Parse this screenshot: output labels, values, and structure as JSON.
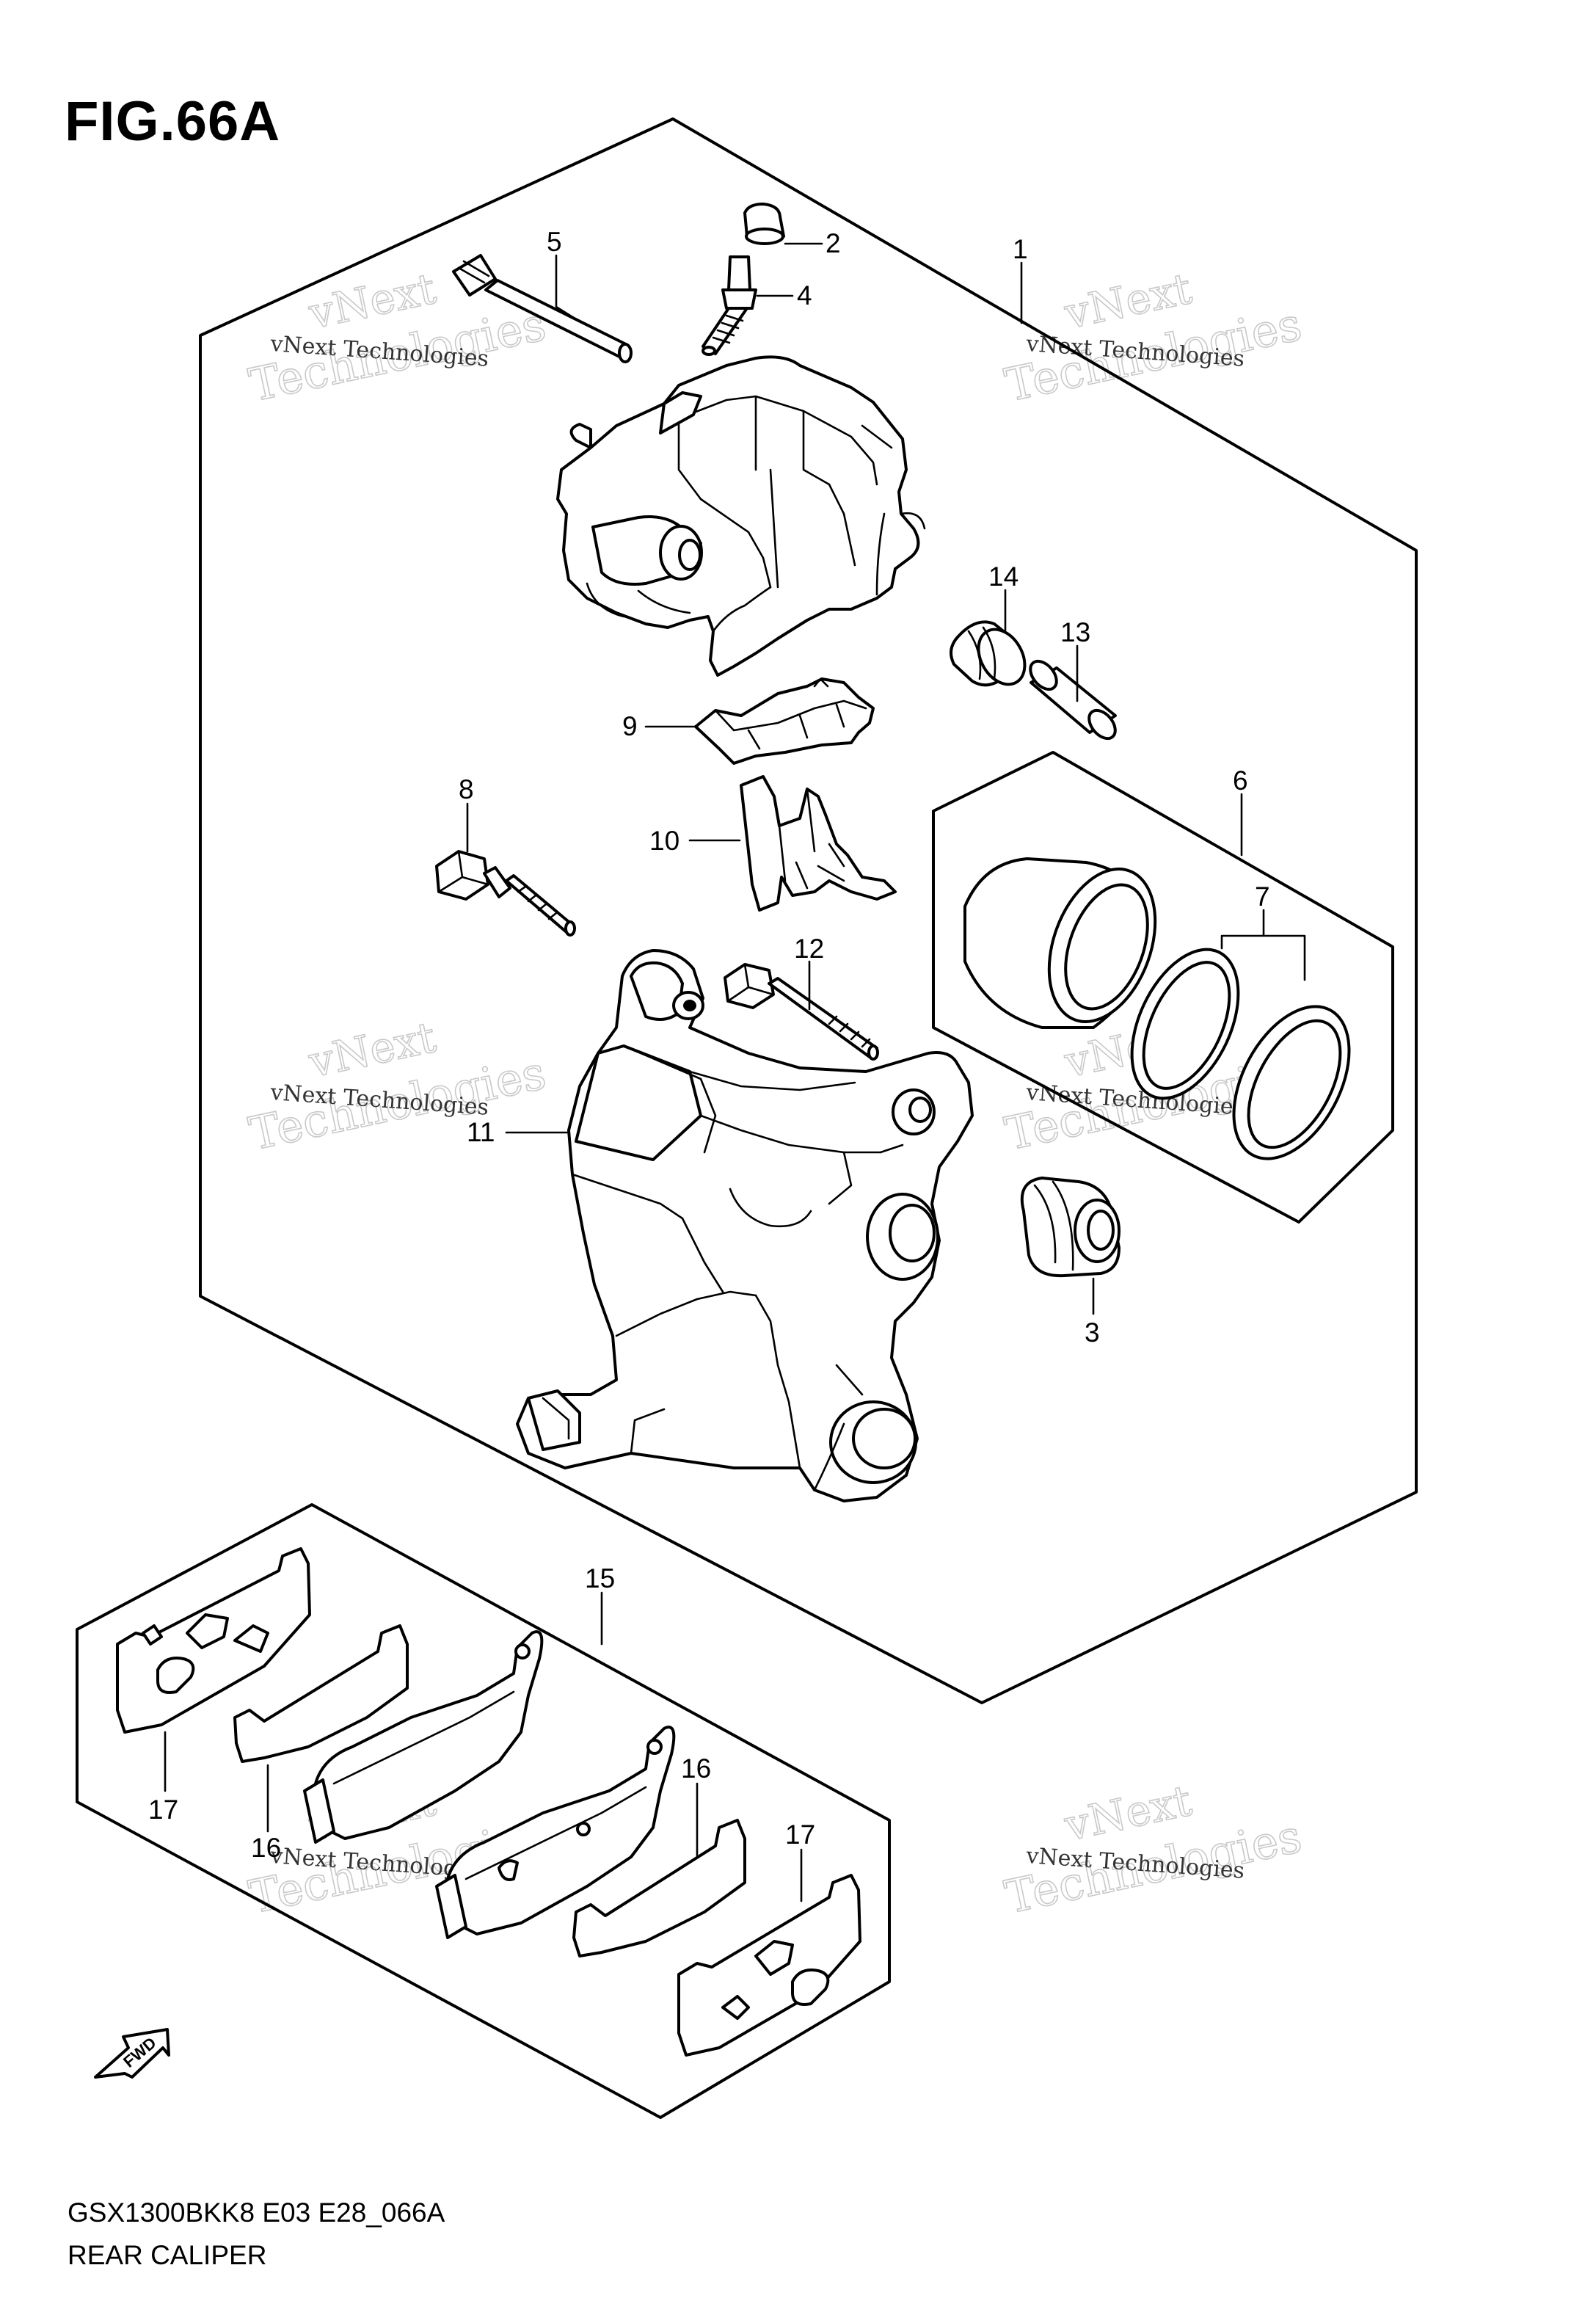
{
  "figure": {
    "title": "FIG.66A",
    "model_code": "GSX1300BKK8 E03 E28_066A",
    "part_name": "REAR CALIPER"
  },
  "watermark": {
    "line1": "vNext Technologies",
    "line2": "vNext",
    "line3": "Technologies"
  },
  "callouts": [
    {
      "id": "1",
      "label": "1"
    },
    {
      "id": "2",
      "label": "2"
    },
    {
      "id": "3",
      "label": "3"
    },
    {
      "id": "4",
      "label": "4"
    },
    {
      "id": "5",
      "label": "5"
    },
    {
      "id": "6",
      "label": "6"
    },
    {
      "id": "7",
      "label": "7"
    },
    {
      "id": "8",
      "label": "8"
    },
    {
      "id": "9",
      "label": "9"
    },
    {
      "id": "10",
      "label": "10"
    },
    {
      "id": "11",
      "label": "11"
    },
    {
      "id": "12",
      "label": "12"
    },
    {
      "id": "13",
      "label": "13"
    },
    {
      "id": "14",
      "label": "14"
    },
    {
      "id": "15",
      "label": "15"
    },
    {
      "id": "16a",
      "label": "16"
    },
    {
      "id": "16b",
      "label": "16"
    },
    {
      "id": "17a",
      "label": "17"
    },
    {
      "id": "17b",
      "label": "17"
    }
  ],
  "fwd_badge": "FWD"
}
